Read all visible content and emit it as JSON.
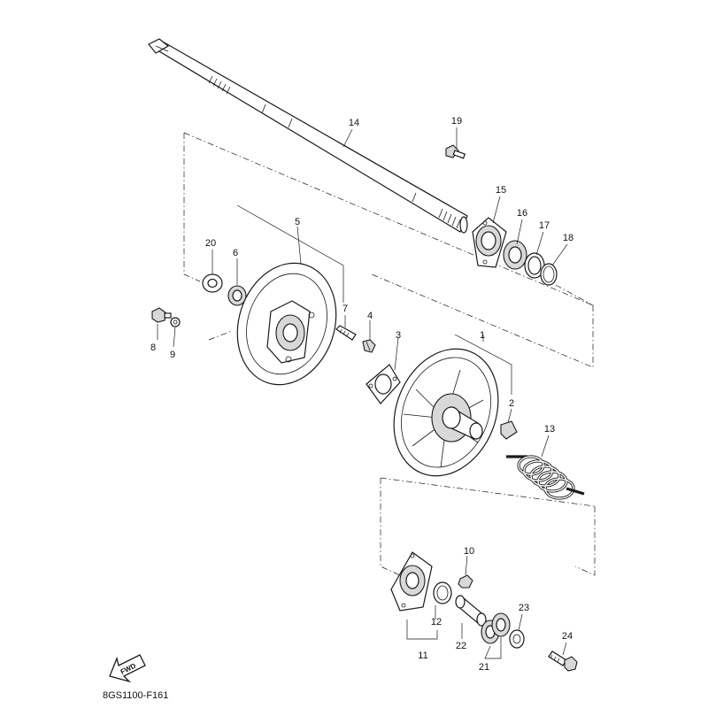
{
  "diagram": {
    "reference_code": "8GS1100-F161",
    "fwd_label": "FWD",
    "callouts": [
      {
        "id": "1",
        "label": "1"
      },
      {
        "id": "2",
        "label": "2"
      },
      {
        "id": "3",
        "label": "3"
      },
      {
        "id": "4",
        "label": "4"
      },
      {
        "id": "5",
        "label": "5"
      },
      {
        "id": "6",
        "label": "6"
      },
      {
        "id": "7",
        "label": "7"
      },
      {
        "id": "8",
        "label": "8"
      },
      {
        "id": "9",
        "label": "9"
      },
      {
        "id": "10",
        "label": "10"
      },
      {
        "id": "11",
        "label": "11"
      },
      {
        "id": "12",
        "label": "12"
      },
      {
        "id": "13",
        "label": "13"
      },
      {
        "id": "14",
        "label": "14"
      },
      {
        "id": "15",
        "label": "15"
      },
      {
        "id": "16",
        "label": "16"
      },
      {
        "id": "17",
        "label": "17"
      },
      {
        "id": "18",
        "label": "18"
      },
      {
        "id": "19",
        "label": "19"
      },
      {
        "id": "20",
        "label": "20"
      },
      {
        "id": "21",
        "label": "21"
      },
      {
        "id": "22",
        "label": "22"
      },
      {
        "id": "23",
        "label": "23"
      },
      {
        "id": "24",
        "label": "24"
      }
    ]
  }
}
